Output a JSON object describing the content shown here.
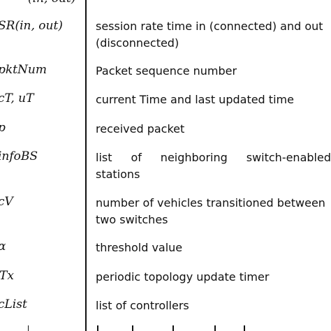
{
  "table": {
    "top_partial_symbol": "(in, out)",
    "rows": [
      {
        "symbol": "SR(in, out)",
        "description_lines": [
          "session rate time in (connected) and out",
          "(disconnected)"
        ]
      },
      {
        "symbol": "pktNum",
        "description_lines": [
          "Packet sequence number"
        ]
      },
      {
        "symbol": "cT, uT",
        "description_lines": [
          "current Time and last updated time"
        ]
      },
      {
        "symbol": "p",
        "description_lines": [
          "received packet"
        ]
      },
      {
        "symbol": "infoBS",
        "description_lines": [
          "list of neighboring switch-enabled",
          "stations"
        ]
      },
      {
        "symbol": "cV",
        "description_lines": [
          "number of vehicles transitioned between",
          "two switches"
        ]
      },
      {
        "symbol": "α",
        "description_lines": [
          "threshold value"
        ]
      },
      {
        "symbol": "Tx",
        "description_lines": [
          "periodic topology update timer"
        ]
      },
      {
        "symbol": "cList",
        "description_lines": [
          "list of controllers"
        ]
      }
    ],
    "justified_line_words": [
      "list",
      "of",
      "neighboring",
      "switch-enabled"
    ]
  }
}
